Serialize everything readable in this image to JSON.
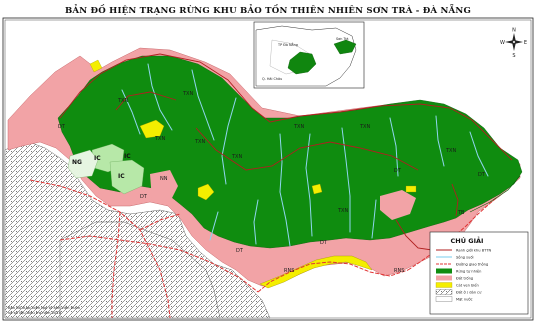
{
  "title": "BẢN ĐỒ HIỆN TRẠNG RỪNG KHU BẢO TỒN THIÊN NHIÊN SƠN TRÀ - ĐÀ NẴNG",
  "compass": {
    "north": "N",
    "south": "S",
    "east": "E",
    "west": "W"
  },
  "inset": {
    "labels": [
      "TP Đà Nẵng",
      "Sơn Trà",
      "Q. Hải Châu"
    ]
  },
  "area_labels": [
    "TXN",
    "TXN",
    "TXN",
    "TXN",
    "TXN",
    "TXN",
    "TXN",
    "TXN",
    "TXN",
    "IC",
    "IC",
    "IC",
    "NG",
    "DT",
    "DT",
    "DT",
    "DT",
    "DT",
    "DT",
    "TB",
    "RNS",
    "RNS",
    "NN"
  ],
  "legend": {
    "title": "CHÚ GIẢI",
    "items": [
      "Ranh giới khu BTTN",
      "Sông suối",
      "Đường giao thông",
      "Rừng tự nhiên",
      "Đất trống",
      "Cát ven biển",
      "Đất ở / dân cư",
      "Mặt nước"
    ]
  },
  "note_lines": [
    "Bản đồ được biên tập từ ảnh viễn thám",
    "và số liệu điều tra năm 2010"
  ],
  "colors": {
    "forest": "#0f8c0f",
    "pink": "#f2a3a6",
    "river": "#8fd6ef",
    "sand": "#f4ee00",
    "boundary": "#b01f1f",
    "road": "#e03434"
  }
}
